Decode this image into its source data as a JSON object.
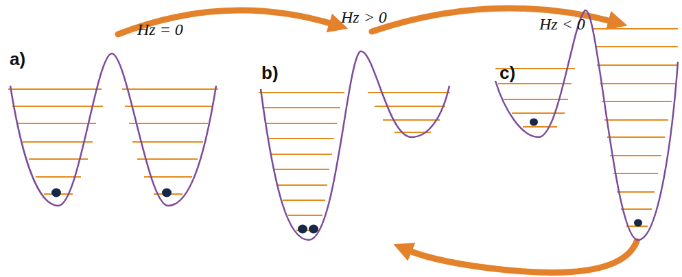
{
  "diagram": {
    "labels": [
      "a)",
      "Hz = 0",
      "b)",
      "Hz > 0",
      "c)",
      "Hz < 0"
    ]
  }
}
